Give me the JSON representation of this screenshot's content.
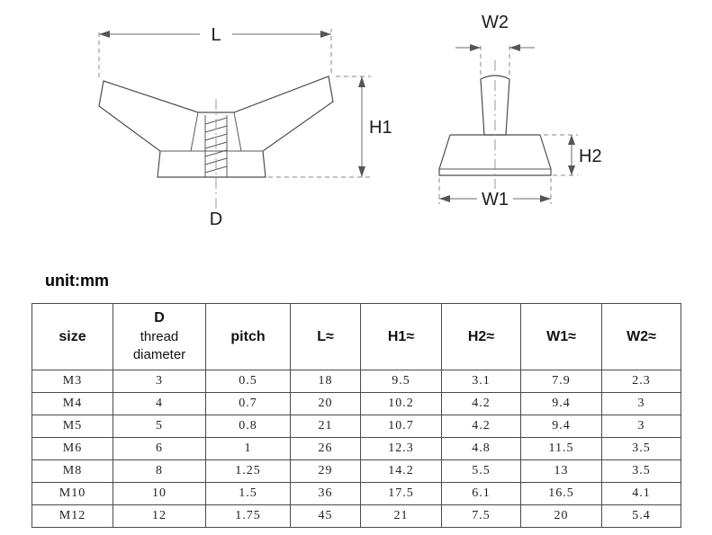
{
  "page": {
    "unit_label": "unit:mm"
  },
  "front_view": {
    "dim_L": "L",
    "dim_H1": "H1",
    "dim_D": "D"
  },
  "side_view": {
    "dim_W2": "W2",
    "dim_H2": "H2",
    "dim_W1": "W1"
  },
  "table": {
    "headers": [
      {
        "lines": [
          "size"
        ]
      },
      {
        "lines": [
          "D",
          "thread",
          "diameter"
        ]
      },
      {
        "lines": [
          "pitch"
        ]
      },
      {
        "lines": [
          "L≈"
        ]
      },
      {
        "lines": [
          "H1≈"
        ]
      },
      {
        "lines": [
          "H2≈"
        ]
      },
      {
        "lines": [
          "W1≈"
        ]
      },
      {
        "lines": [
          "W2≈"
        ]
      }
    ],
    "rows": [
      [
        "M3",
        "3",
        "0.5",
        "18",
        "9.5",
        "3.1",
        "7.9",
        "2.3"
      ],
      [
        "M4",
        "4",
        "0.7",
        "20",
        "10.2",
        "4.2",
        "9.4",
        "3"
      ],
      [
        "M5",
        "5",
        "0.8",
        "21",
        "10.7",
        "4.2",
        "9.4",
        "3"
      ],
      [
        "M6",
        "6",
        "1",
        "26",
        "12.3",
        "4.8",
        "11.5",
        "3.5"
      ],
      [
        "M8",
        "8",
        "1.25",
        "29",
        "14.2",
        "5.5",
        "13",
        "3.5"
      ],
      [
        "M10",
        "10",
        "1.5",
        "36",
        "17.5",
        "6.1",
        "16.5",
        "4.1"
      ],
      [
        "M12",
        "12",
        "1.75",
        "45",
        "21",
        "7.5",
        "20",
        "5.4"
      ]
    ]
  }
}
